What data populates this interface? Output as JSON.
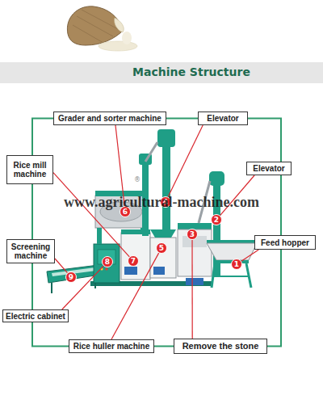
{
  "diagram": {
    "title": "Machine Structure",
    "nodes": [
      {
        "text": [
          "Grader and sorter machine"
        ]
      },
      {
        "text": [
          "Elevator"
        ]
      },
      {
        "text": [
          "Rice mill machine"
        ]
      },
      {
        "text": [
          "Elevator"
        ]
      },
      {
        "text": [
          "Feed hopper"
        ]
      },
      {
        "text": [
          "Screening machine"
        ]
      },
      {
        "text": [
          "Electric cabinet"
        ]
      },
      {
        "text": [
          "Rice huller machine"
        ]
      },
      {
        "text": [
          "Remove the stone"
        ]
      },
      {
        "text": [
          "1"
        ]
      },
      {
        "text": [
          "2"
        ]
      },
      {
        "text": [
          "3"
        ]
      },
      {
        "text": [
          "4"
        ]
      },
      {
        "text": [
          "5"
        ]
      },
      {
        "text": [
          "6"
        ]
      },
      {
        "text": [
          "7"
        ]
      },
      {
        "text": [
          "8"
        ]
      },
      {
        "text": [
          "9"
        ]
      }
    ],
    "edges": [
      {
        "from": 0,
        "to": 1,
        "arrow": "none"
      },
      {
        "from": 1,
        "to": 3,
        "arrow": "none"
      },
      {
        "from": 3,
        "to": 4,
        "arrow": "none"
      },
      {
        "from": 4,
        "to": 8,
        "arrow": "none"
      },
      {
        "from": 8,
        "to": 7,
        "arrow": "none"
      },
      {
        "from": 7,
        "to": 6,
        "arrow": "none"
      },
      {
        "from": 6,
        "to": 5,
        "arrow": "none"
      },
      {
        "from": 5,
        "to": 2,
        "arrow": "none"
      },
      {
        "from": 2,
        "to": 0,
        "arrow": "none"
      },
      {
        "from": 4,
        "to": 9,
        "arrow": "none"
      },
      {
        "from": 3,
        "to": 10,
        "arrow": "none"
      },
      {
        "from": 8,
        "to": 11,
        "arrow": "none"
      },
      {
        "from": 1,
        "to": 12,
        "arrow": "none"
      },
      {
        "from": 7,
        "to": 13,
        "arrow": "none"
      },
      {
        "from": 0,
        "to": 14,
        "arrow": "none"
      },
      {
        "from": 2,
        "to": 15,
        "arrow": "none"
      },
      {
        "from": 6,
        "to": 16,
        "arrow": "none"
      },
      {
        "from": 5,
        "to": 17,
        "arrow": "none"
      }
    ],
    "labels": [
      "www.agricultural-machine.com",
      "®"
    ]
  }
}
